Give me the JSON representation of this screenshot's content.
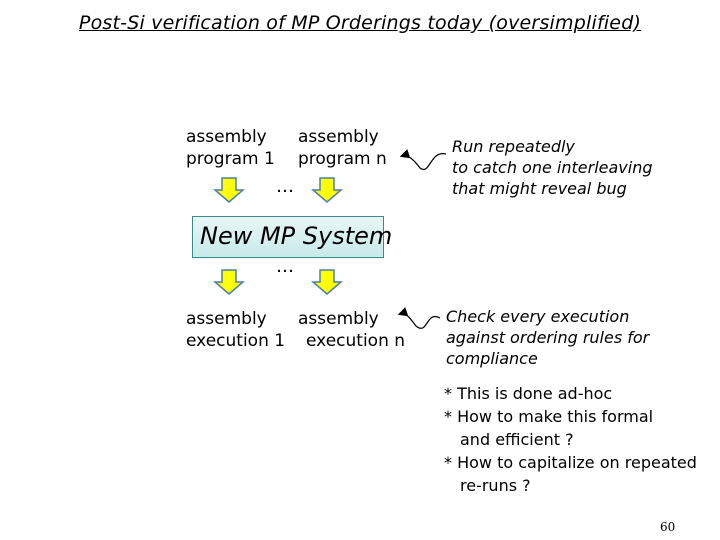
{
  "slide": {
    "title": "Post-Si verification of MP Orderings today (oversimplified)",
    "inputs": {
      "program_1": [
        "assembly",
        "program 1"
      ],
      "program_n": [
        "assembly",
        "program n"
      ],
      "ellipsis": "…"
    },
    "system_box": {
      "label": "New MP System",
      "ellipsis": "…"
    },
    "outputs": {
      "execution_1": [
        "assembly",
        "execution 1"
      ],
      "execution_n": [
        "assembly",
        "execution n"
      ]
    },
    "notes": {
      "run_repeatedly": [
        "Run repeatedly",
        "to catch one interleaving",
        "that might reveal bug"
      ],
      "check_every": [
        "Check every execution",
        "against ordering rules for",
        "compliance"
      ]
    },
    "bullets": [
      [
        "* This is done ad-hoc"
      ],
      [
        "* How to make this formal",
        "and efficient ?"
      ],
      [
        "* How to capitalize on repeated",
        "re-runs ?"
      ]
    ],
    "page_number": "60",
    "colors": {
      "arrow_fill": "#ffff00",
      "arrow_stroke": "#4a7fb0",
      "box_border": "#3a8a8a"
    }
  }
}
